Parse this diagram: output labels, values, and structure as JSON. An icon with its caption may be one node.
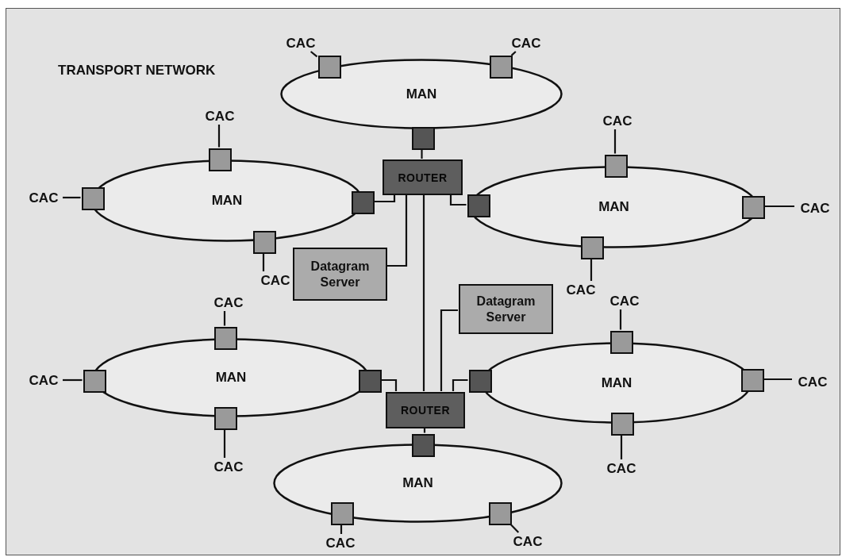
{
  "diagram": {
    "nodes": [
      {
        "text": [
          "TRANSPORT NETWORK"
        ]
      },
      {
        "text": [
          "MAN"
        ],
        "in": 0
      },
      {
        "text": [
          "MAN"
        ],
        "in": 0
      },
      {
        "text": [
          "MAN"
        ],
        "in": 0
      },
      {
        "text": [
          "MAN"
        ],
        "in": 0
      },
      {
        "text": [
          "MAN"
        ],
        "in": 0
      },
      {
        "text": [
          "MAN"
        ],
        "in": 0
      },
      {
        "text": [
          "ROUTER"
        ],
        "in": 0
      },
      {
        "text": [
          "ROUTER"
        ],
        "in": 0
      },
      {
        "text": [
          "Datagram Server"
        ],
        "in": 0
      },
      {
        "text": [
          "Datagram Server"
        ],
        "in": 0
      },
      {
        "text": [],
        "shape": "box",
        "in": 0
      },
      {
        "text": [],
        "shape": "box",
        "in": 0
      },
      {
        "text": [],
        "shape": "box",
        "in": 0
      },
      {
        "text": [],
        "shape": "box",
        "in": 0
      },
      {
        "text": [],
        "shape": "box",
        "in": 0
      },
      {
        "text": [],
        "shape": "box",
        "in": 0
      },
      {
        "text": [],
        "shape": "box",
        "in": 0
      },
      {
        "text": [],
        "shape": "box",
        "in": 0
      },
      {
        "text": [],
        "shape": "box",
        "in": 0
      },
      {
        "text": [],
        "shape": "box",
        "in": 0
      },
      {
        "text": [],
        "shape": "box",
        "in": 0
      },
      {
        "text": [],
        "shape": "box",
        "in": 0
      },
      {
        "text": [],
        "shape": "box",
        "in": 0
      },
      {
        "text": [],
        "shape": "box",
        "in": 0
      },
      {
        "text": [],
        "shape": "box",
        "in": 0
      },
      {
        "text": [],
        "shape": "box",
        "in": 0
      },
      {
        "text": [],
        "shape": "box",
        "in": 0
      },
      {
        "text": [],
        "shape": "box",
        "in": 0
      },
      {
        "text": [],
        "shape": "box",
        "in": 0
      },
      {
        "text": [],
        "shape": "box",
        "in": 0
      },
      {
        "text": [],
        "shape": "box",
        "in": 0
      },
      {
        "text": [],
        "shape": "box",
        "in": 0
      },
      {
        "text": [
          "CAC"
        ],
        "in": 0
      },
      {
        "text": [
          "CAC"
        ],
        "in": 0
      },
      {
        "text": [
          "CAC"
        ],
        "in": 0
      },
      {
        "text": [
          "CAC"
        ],
        "in": 0
      },
      {
        "text": [
          "CAC"
        ],
        "in": 0
      },
      {
        "text": [
          "CAC"
        ],
        "in": 0
      },
      {
        "text": [
          "CAC"
        ],
        "in": 0
      },
      {
        "text": [
          "CAC"
        ],
        "in": 0
      },
      {
        "text": [
          "CAC"
        ],
        "in": 0
      },
      {
        "text": [
          "CAC"
        ],
        "in": 0
      },
      {
        "text": [
          "CAC"
        ],
        "in": 0
      },
      {
        "text": [
          "CAC"
        ],
        "in": 0
      },
      {
        "text": [
          "CAC"
        ],
        "in": 0
      },
      {
        "text": [
          "CAC"
        ],
        "in": 0
      },
      {
        "text": [
          "CAC"
        ],
        "in": 0
      },
      {
        "text": [
          "CAC"
        ],
        "in": 0
      }
    ],
    "edges": [
      {
        "from": 33,
        "to": 17,
        "arrow": "none"
      },
      {
        "from": 34,
        "to": 18,
        "arrow": "none"
      },
      {
        "from": 35,
        "to": 19,
        "arrow": "none"
      },
      {
        "from": 36,
        "to": 20,
        "arrow": "none"
      },
      {
        "from": 37,
        "to": 21,
        "arrow": "none"
      },
      {
        "from": 38,
        "to": 22,
        "arrow": "none"
      },
      {
        "from": 39,
        "to": 23,
        "arrow": "none"
      },
      {
        "from": 40,
        "to": 24,
        "arrow": "none"
      },
      {
        "from": 41,
        "to": 25,
        "arrow": "none"
      },
      {
        "from": 42,
        "to": 26,
        "arrow": "none"
      },
      {
        "from": 43,
        "to": 27,
        "arrow": "none"
      },
      {
        "from": 44,
        "to": 28,
        "arrow": "none"
      },
      {
        "from": 45,
        "to": 29,
        "arrow": "none"
      },
      {
        "from": 46,
        "to": 30,
        "arrow": "none"
      },
      {
        "from": 47,
        "to": 31,
        "arrow": "none"
      },
      {
        "from": 48,
        "to": 32,
        "arrow": "none"
      },
      {
        "from": 11,
        "to": 7,
        "arrow": "none"
      },
      {
        "from": 12,
        "to": 7,
        "arrow": "none"
      },
      {
        "from": 13,
        "to": 7,
        "arrow": "none"
      },
      {
        "from": 7,
        "to": 9,
        "arrow": "none"
      },
      {
        "from": 7,
        "to": 8,
        "arrow": "none"
      },
      {
        "from": 8,
        "to": 10,
        "arrow": "none"
      },
      {
        "from": 14,
        "to": 8,
        "arrow": "none"
      },
      {
        "from": 15,
        "to": 8,
        "arrow": "none"
      },
      {
        "from": 16,
        "to": 8,
        "arrow": "none"
      }
    ]
  }
}
